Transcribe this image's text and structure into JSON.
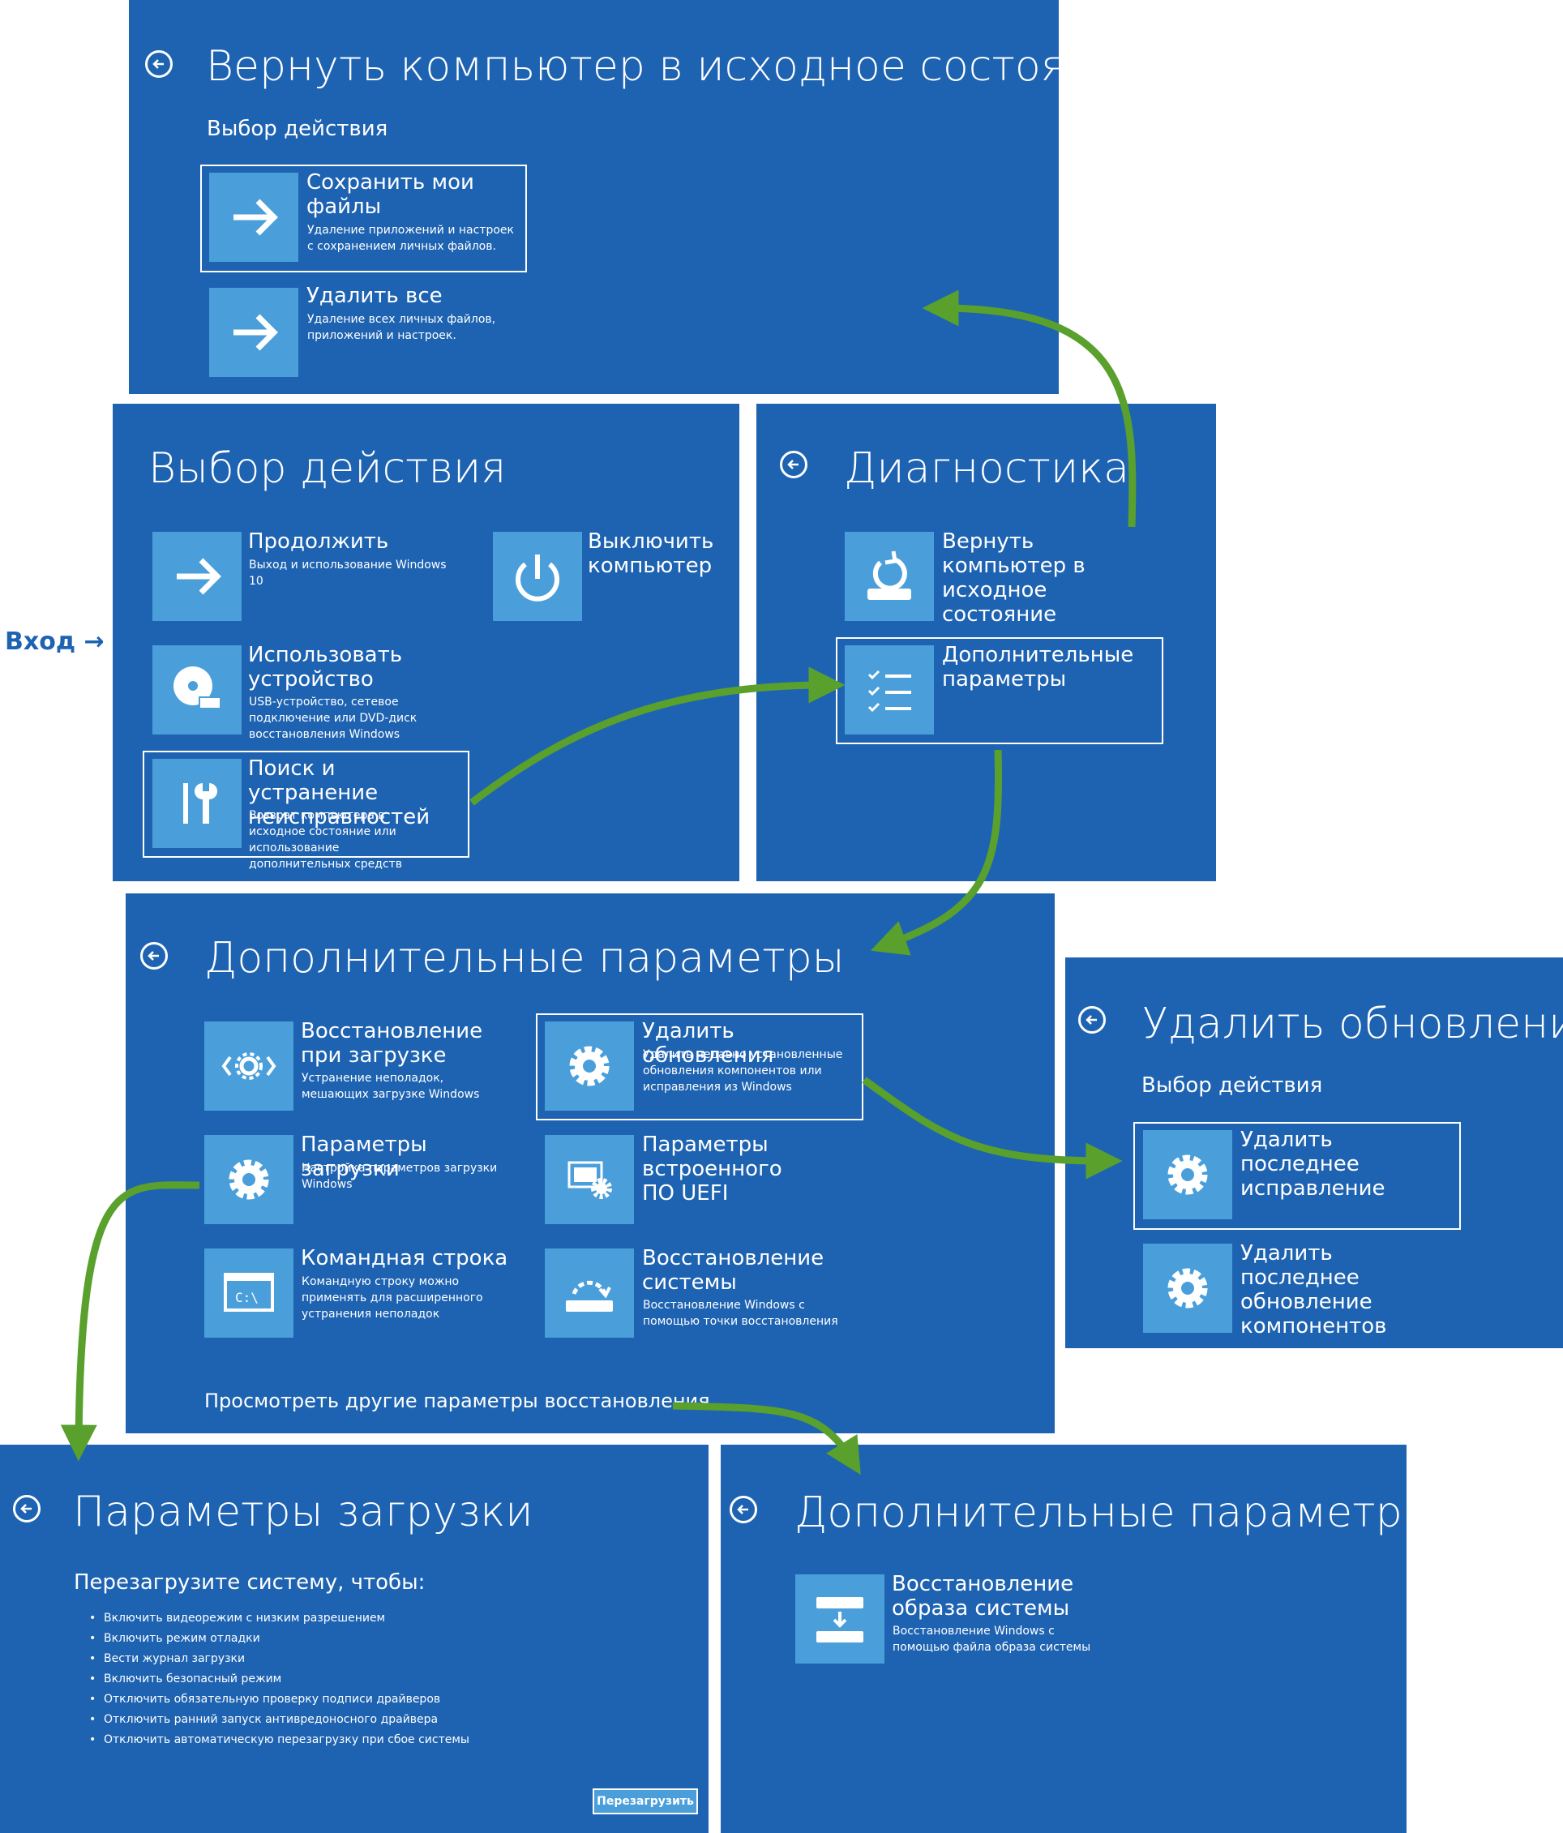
{
  "entry_label": "Вход →",
  "panel_reset": {
    "title": "Вернуть компьютер в исходное состояние",
    "subtitle": "Выбор действия",
    "options": [
      {
        "title": "Сохранить мои файлы",
        "desc": "Удаление приложений и настроек с сохранением личных файлов."
      },
      {
        "title": "Удалить все",
        "desc": "Удаление всех личных файлов, приложений и настроек."
      }
    ]
  },
  "panel_choose": {
    "title": "Выбор действия",
    "options": [
      {
        "title": "Продолжить",
        "desc": "Выход и использование Windows 10"
      },
      {
        "title": "Выключить компьютер",
        "desc": ""
      },
      {
        "title": "Использовать устройство",
        "desc": "USB-устройство, сетевое подключение или DVD-диск восстановления Windows"
      },
      {
        "title": "Поиск и устранение неисправностей",
        "desc": "Возврат компьютера в исходное состояние или использование дополнительных средств"
      }
    ]
  },
  "panel_diag": {
    "title": "Диагностика",
    "options": [
      {
        "title": "Вернуть компьютер в исходное состояние",
        "desc": ""
      },
      {
        "title": "Дополнительные параметры",
        "desc": ""
      }
    ]
  },
  "panel_advanced": {
    "title": "Дополнительные параметры",
    "options": [
      {
        "title": "Восстановление при загрузке",
        "desc": "Устранение неполадок, мешающих загрузке Windows"
      },
      {
        "title": "Удалить обновления",
        "desc": "Удалить недавно установленные обновления компонентов или исправления из Windows"
      },
      {
        "title": "Параметры загрузки",
        "desc": "Настройка параметров загрузки Windows"
      },
      {
        "title": "Параметры встроенного ПО UEFI",
        "desc": ""
      },
      {
        "title": "Командная строка",
        "desc": "Командную строку можно применять для расширенного устранения неполадок"
      },
      {
        "title": "Восстановление системы",
        "desc": "Восстановление Windows с помощью точки восстановления"
      }
    ],
    "more_link": "Просмотреть другие параметры восстановления"
  },
  "panel_uninstall": {
    "title": "Удалить обновления",
    "subtitle": "Выбор действия",
    "options": [
      {
        "title": "Удалить последнее исправление",
        "desc": ""
      },
      {
        "title": "Удалить последнее обновление компонентов",
        "desc": ""
      }
    ]
  },
  "panel_startup": {
    "title": "Параметры загрузки",
    "subtitle": "Перезагрузите систему, чтобы:",
    "items": [
      "Включить видеорежим с низким разрешением",
      "Включить режим отладки",
      "Вести журнал загрузки",
      "Включить безопасный режим",
      "Отключить обязательную проверку подписи драйверов",
      "Отключить ранний запуск антивредоносного драйвера",
      "Отключить автоматическую перезагрузку при сбое системы"
    ],
    "restart_button": "Перезагрузить"
  },
  "panel_more": {
    "title": "Дополнительные параметры",
    "options": [
      {
        "title": "Восстановление образа системы",
        "desc": "Восстановление Windows с помощью файла образа системы"
      }
    ]
  },
  "colors": {
    "panel": "#1e63b2",
    "tile": "#4a9fdb",
    "arrow": "#5aa02c"
  },
  "icons": [
    "back-arrow-icon",
    "arrow-right-icon",
    "power-icon",
    "disc-icon",
    "tools-icon",
    "reset-icon",
    "checklist-icon",
    "startup-repair-icon",
    "gear-icon",
    "uefi-icon",
    "cmd-icon",
    "restore-icon",
    "image-restore-icon"
  ]
}
